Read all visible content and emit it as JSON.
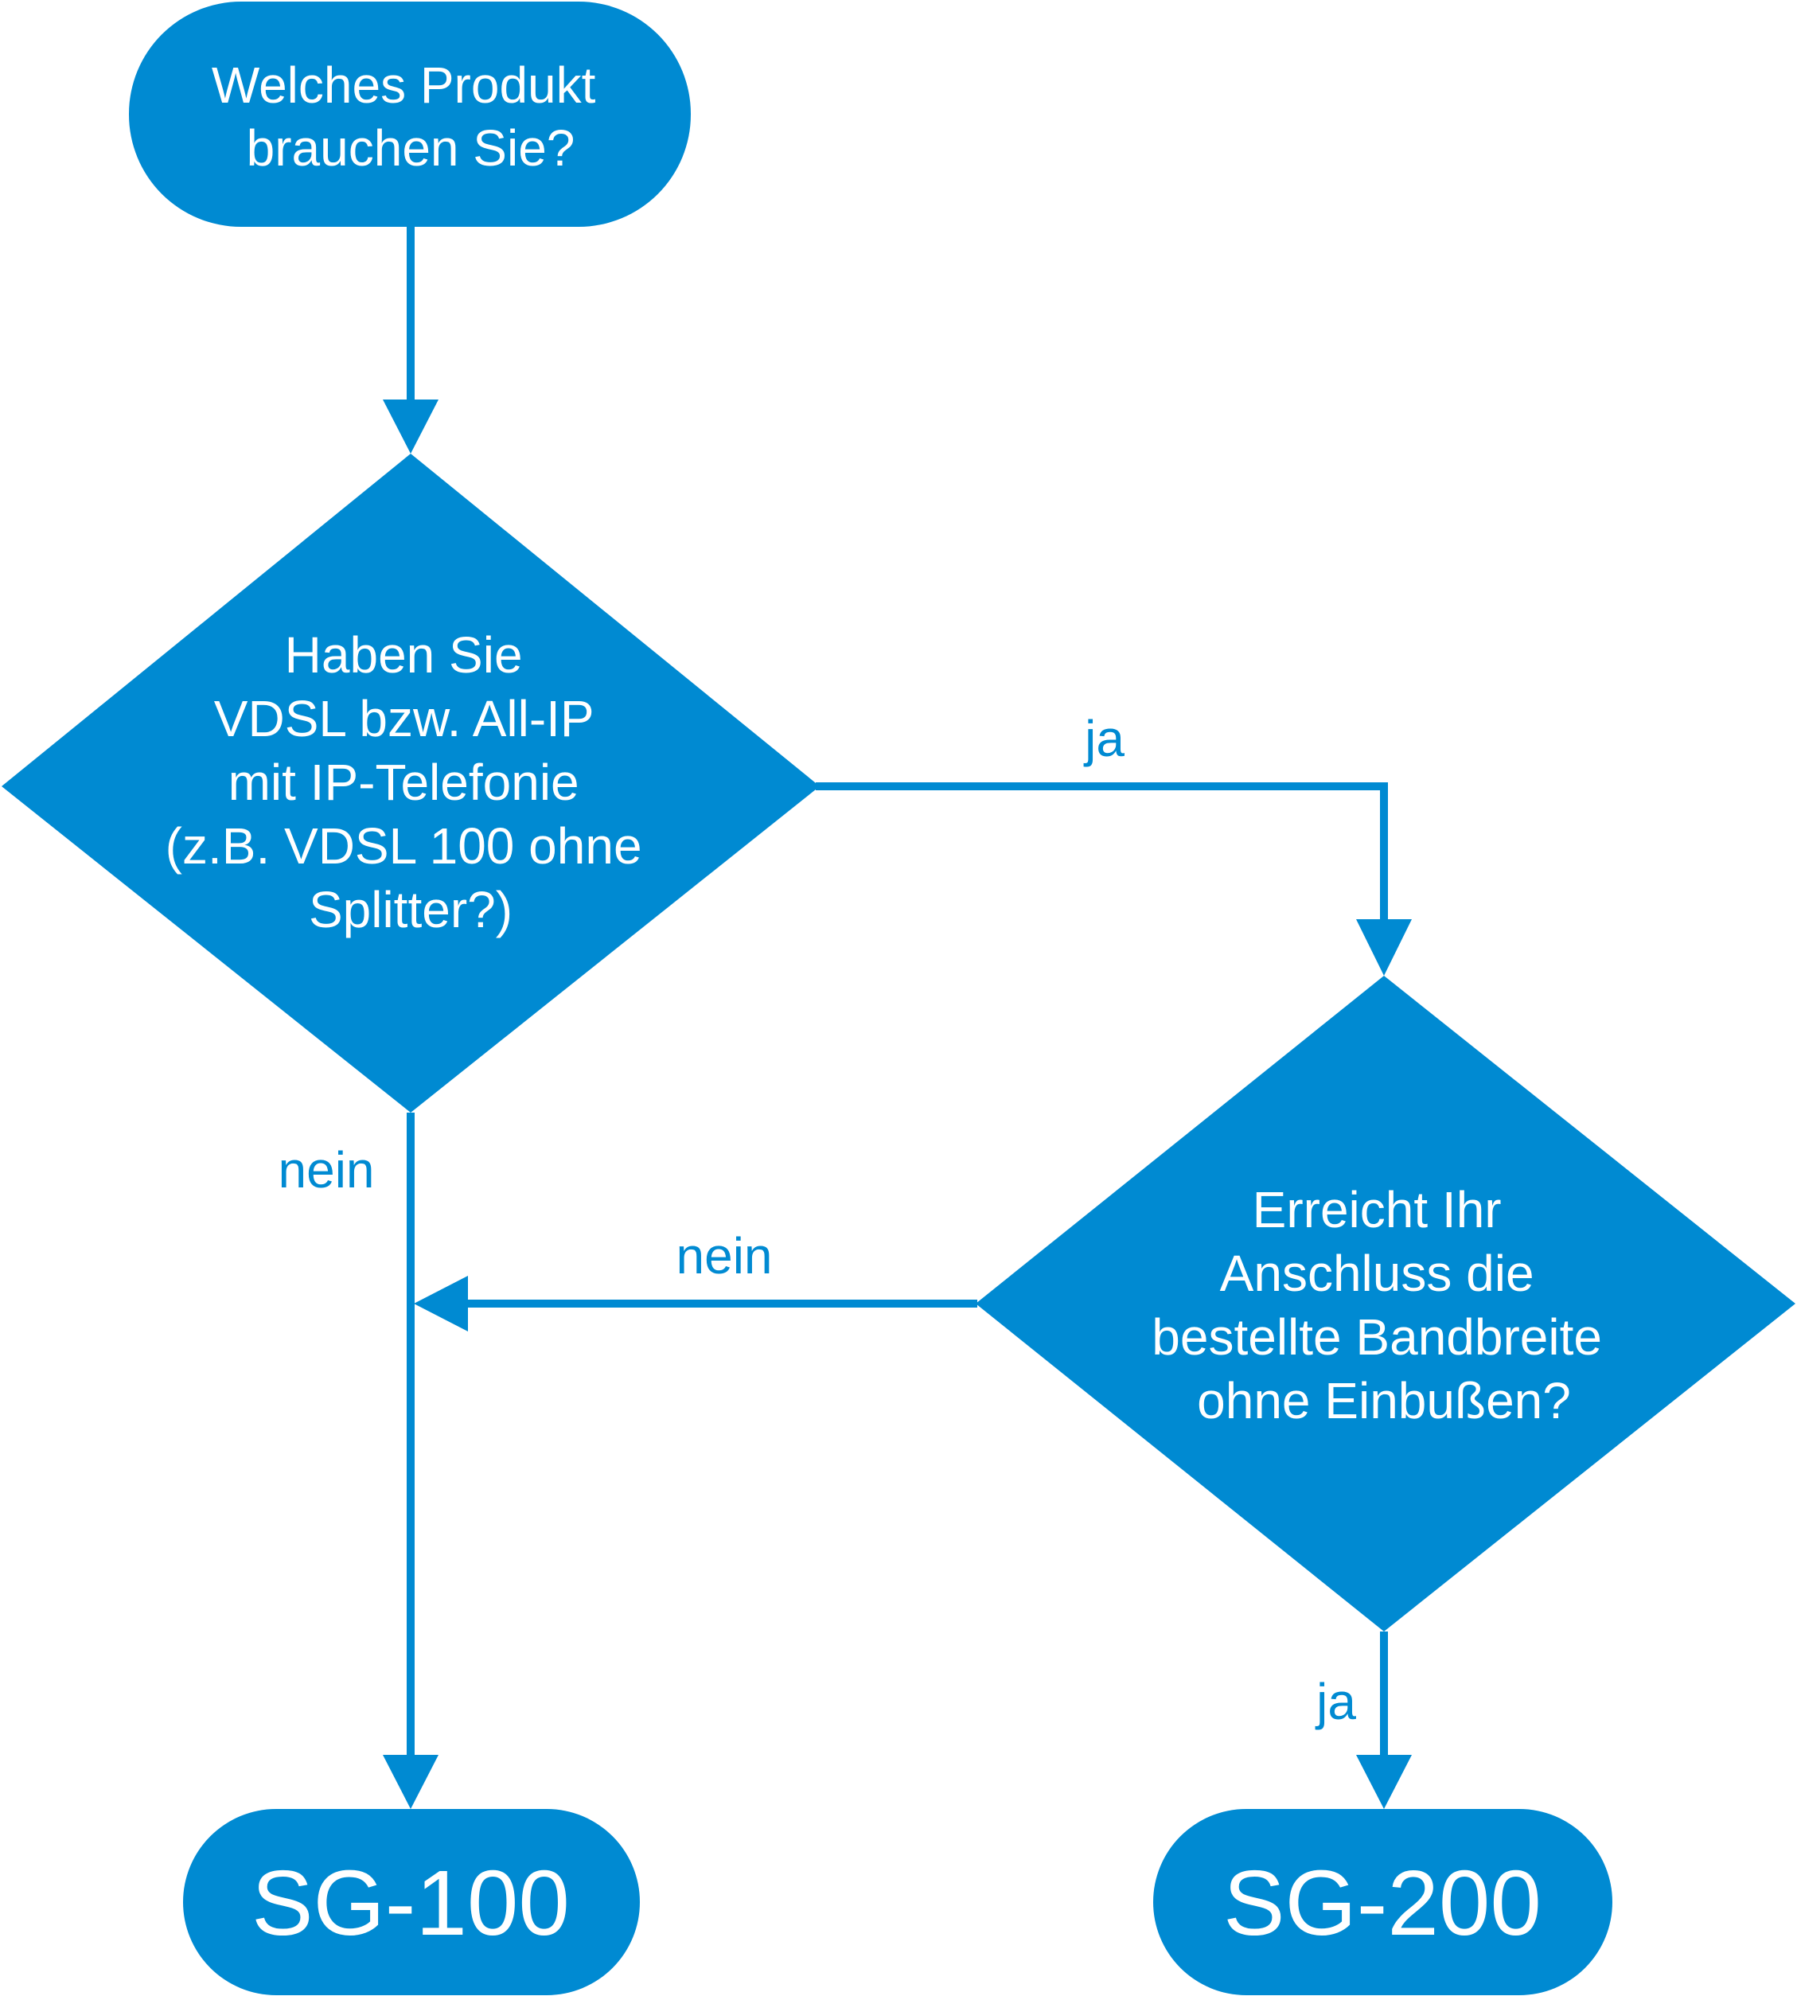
{
  "colors": {
    "primary": "#008ad2",
    "text_on_shape": "#ffffff",
    "background": "#ffffff"
  },
  "nodes": {
    "start": {
      "lines": [
        "Welches Produkt",
        "brauchen Sie?"
      ]
    },
    "decision_vdsl": {
      "lines": [
        "Haben Sie",
        "VDSL bzw. All-IP",
        "mit IP-Telefonie",
        "(z.B. VDSL 100 ohne",
        "Splitter?)"
      ]
    },
    "decision_bandwidth": {
      "lines": [
        "Erreicht Ihr",
        "Anschluss die",
        "bestellte Bandbreite",
        "ohne Einbußen?"
      ]
    },
    "end_sg100": {
      "label": "SG-100"
    },
    "end_sg200": {
      "label": "SG-200"
    }
  },
  "edges": {
    "vdsl_yes": "ja",
    "vdsl_no": "nein",
    "bandwidth_no": "nein",
    "bandwidth_yes": "ja"
  }
}
